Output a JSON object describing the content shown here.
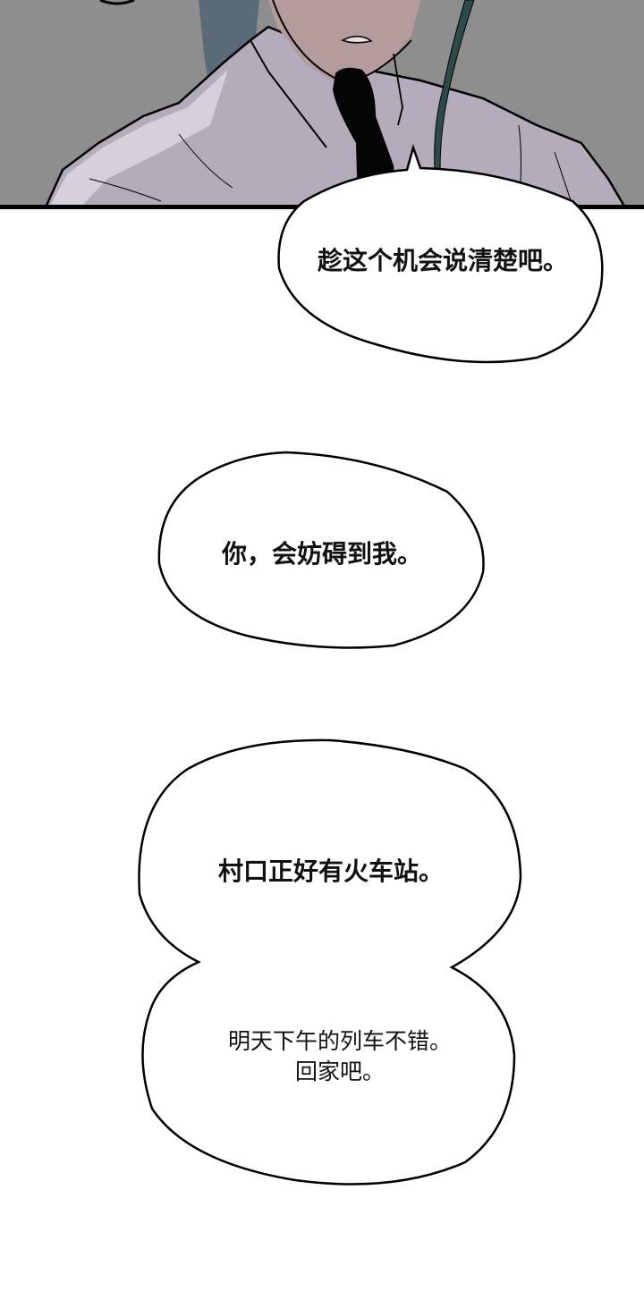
{
  "comic": {
    "panel_top": {
      "description": "Close-up of character's lower face and neck wearing white collared shirt and black tie",
      "colors": {
        "background": "#8e8e8e",
        "shirt": "#b4abbb",
        "shirt_highlight": "#d6d0dc",
        "skin": "#b49c9c",
        "tie": "#050505",
        "hair_strand": "#2e4a4a",
        "hair_left": "#5a6a78",
        "border": "#000000"
      }
    },
    "bubbles": [
      {
        "id": "bubble-1",
        "lines": [
          "趁这个机会说清楚吧。"
        ]
      },
      {
        "id": "bubble-2",
        "lines": [
          "你，会妨碍到我。"
        ]
      },
      {
        "id": "bubble-3",
        "lines": [
          "村口正好有火车站。"
        ]
      },
      {
        "id": "bubble-4",
        "lines": [
          "明天下午的列车不错。",
          "回家吧。"
        ]
      }
    ],
    "page_background": "#ffffff"
  }
}
